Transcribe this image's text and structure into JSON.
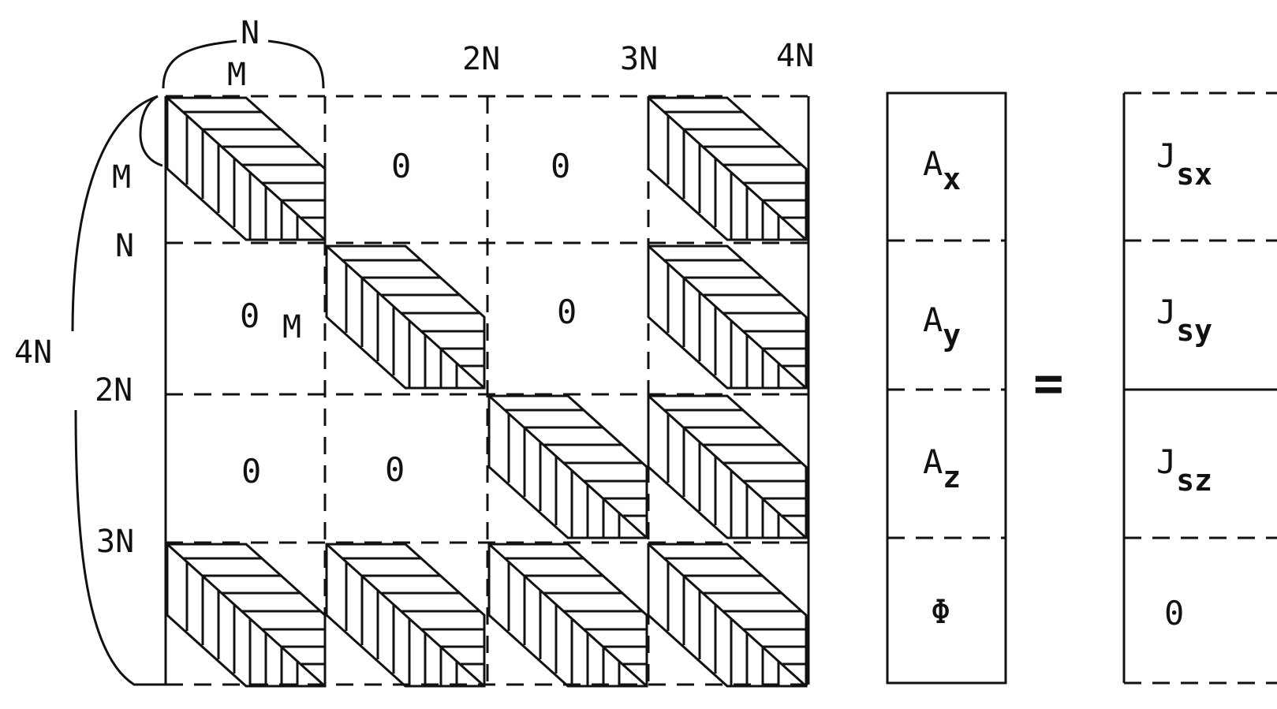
{
  "matrix": {
    "column_labels": {
      "n": "N",
      "m": "M",
      "two_n": "2N",
      "three_n": "3N",
      "four_n": "4N"
    },
    "row_labels": {
      "m": "M",
      "n": "N",
      "two_n": "2N",
      "three_n": "3N",
      "four_n": "4N"
    },
    "inner_m_label": "M",
    "zero": "0"
  },
  "unknown_vector": [
    {
      "base": "A",
      "sub": "x"
    },
    {
      "base": "A",
      "sub": "y"
    },
    {
      "base": "A",
      "sub": "z"
    },
    {
      "base": "Φ",
      "sub": ""
    }
  ],
  "equals": "=",
  "source_vector": [
    {
      "base": "J",
      "sub": "sx"
    },
    {
      "base": "J",
      "sub": "sy"
    },
    {
      "base": "J",
      "sub": "sz"
    },
    {
      "base": "0",
      "sub": ""
    }
  ]
}
